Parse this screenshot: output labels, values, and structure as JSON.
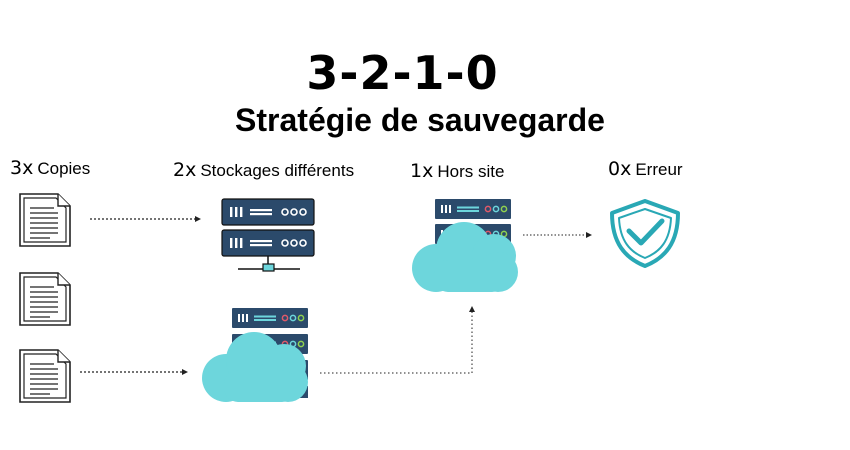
{
  "title": "3-2-1-0",
  "subtitle": "Stratégie de sauvegarde",
  "labels": {
    "copies": {
      "num": "3x",
      "text": "Copies"
    },
    "storage": {
      "num": "2x",
      "text": "Stockages différents"
    },
    "offsite": {
      "num": "1x",
      "text": "Hors site"
    },
    "error": {
      "num": "0x",
      "text": "Erreur"
    }
  },
  "icons": [
    "document-icon",
    "server-icon",
    "cloud-icon",
    "shield-check-icon"
  ],
  "colors": {
    "server": "#2b4a6b",
    "cloud": "#6dd6dc",
    "shield": "#29a8b5"
  }
}
